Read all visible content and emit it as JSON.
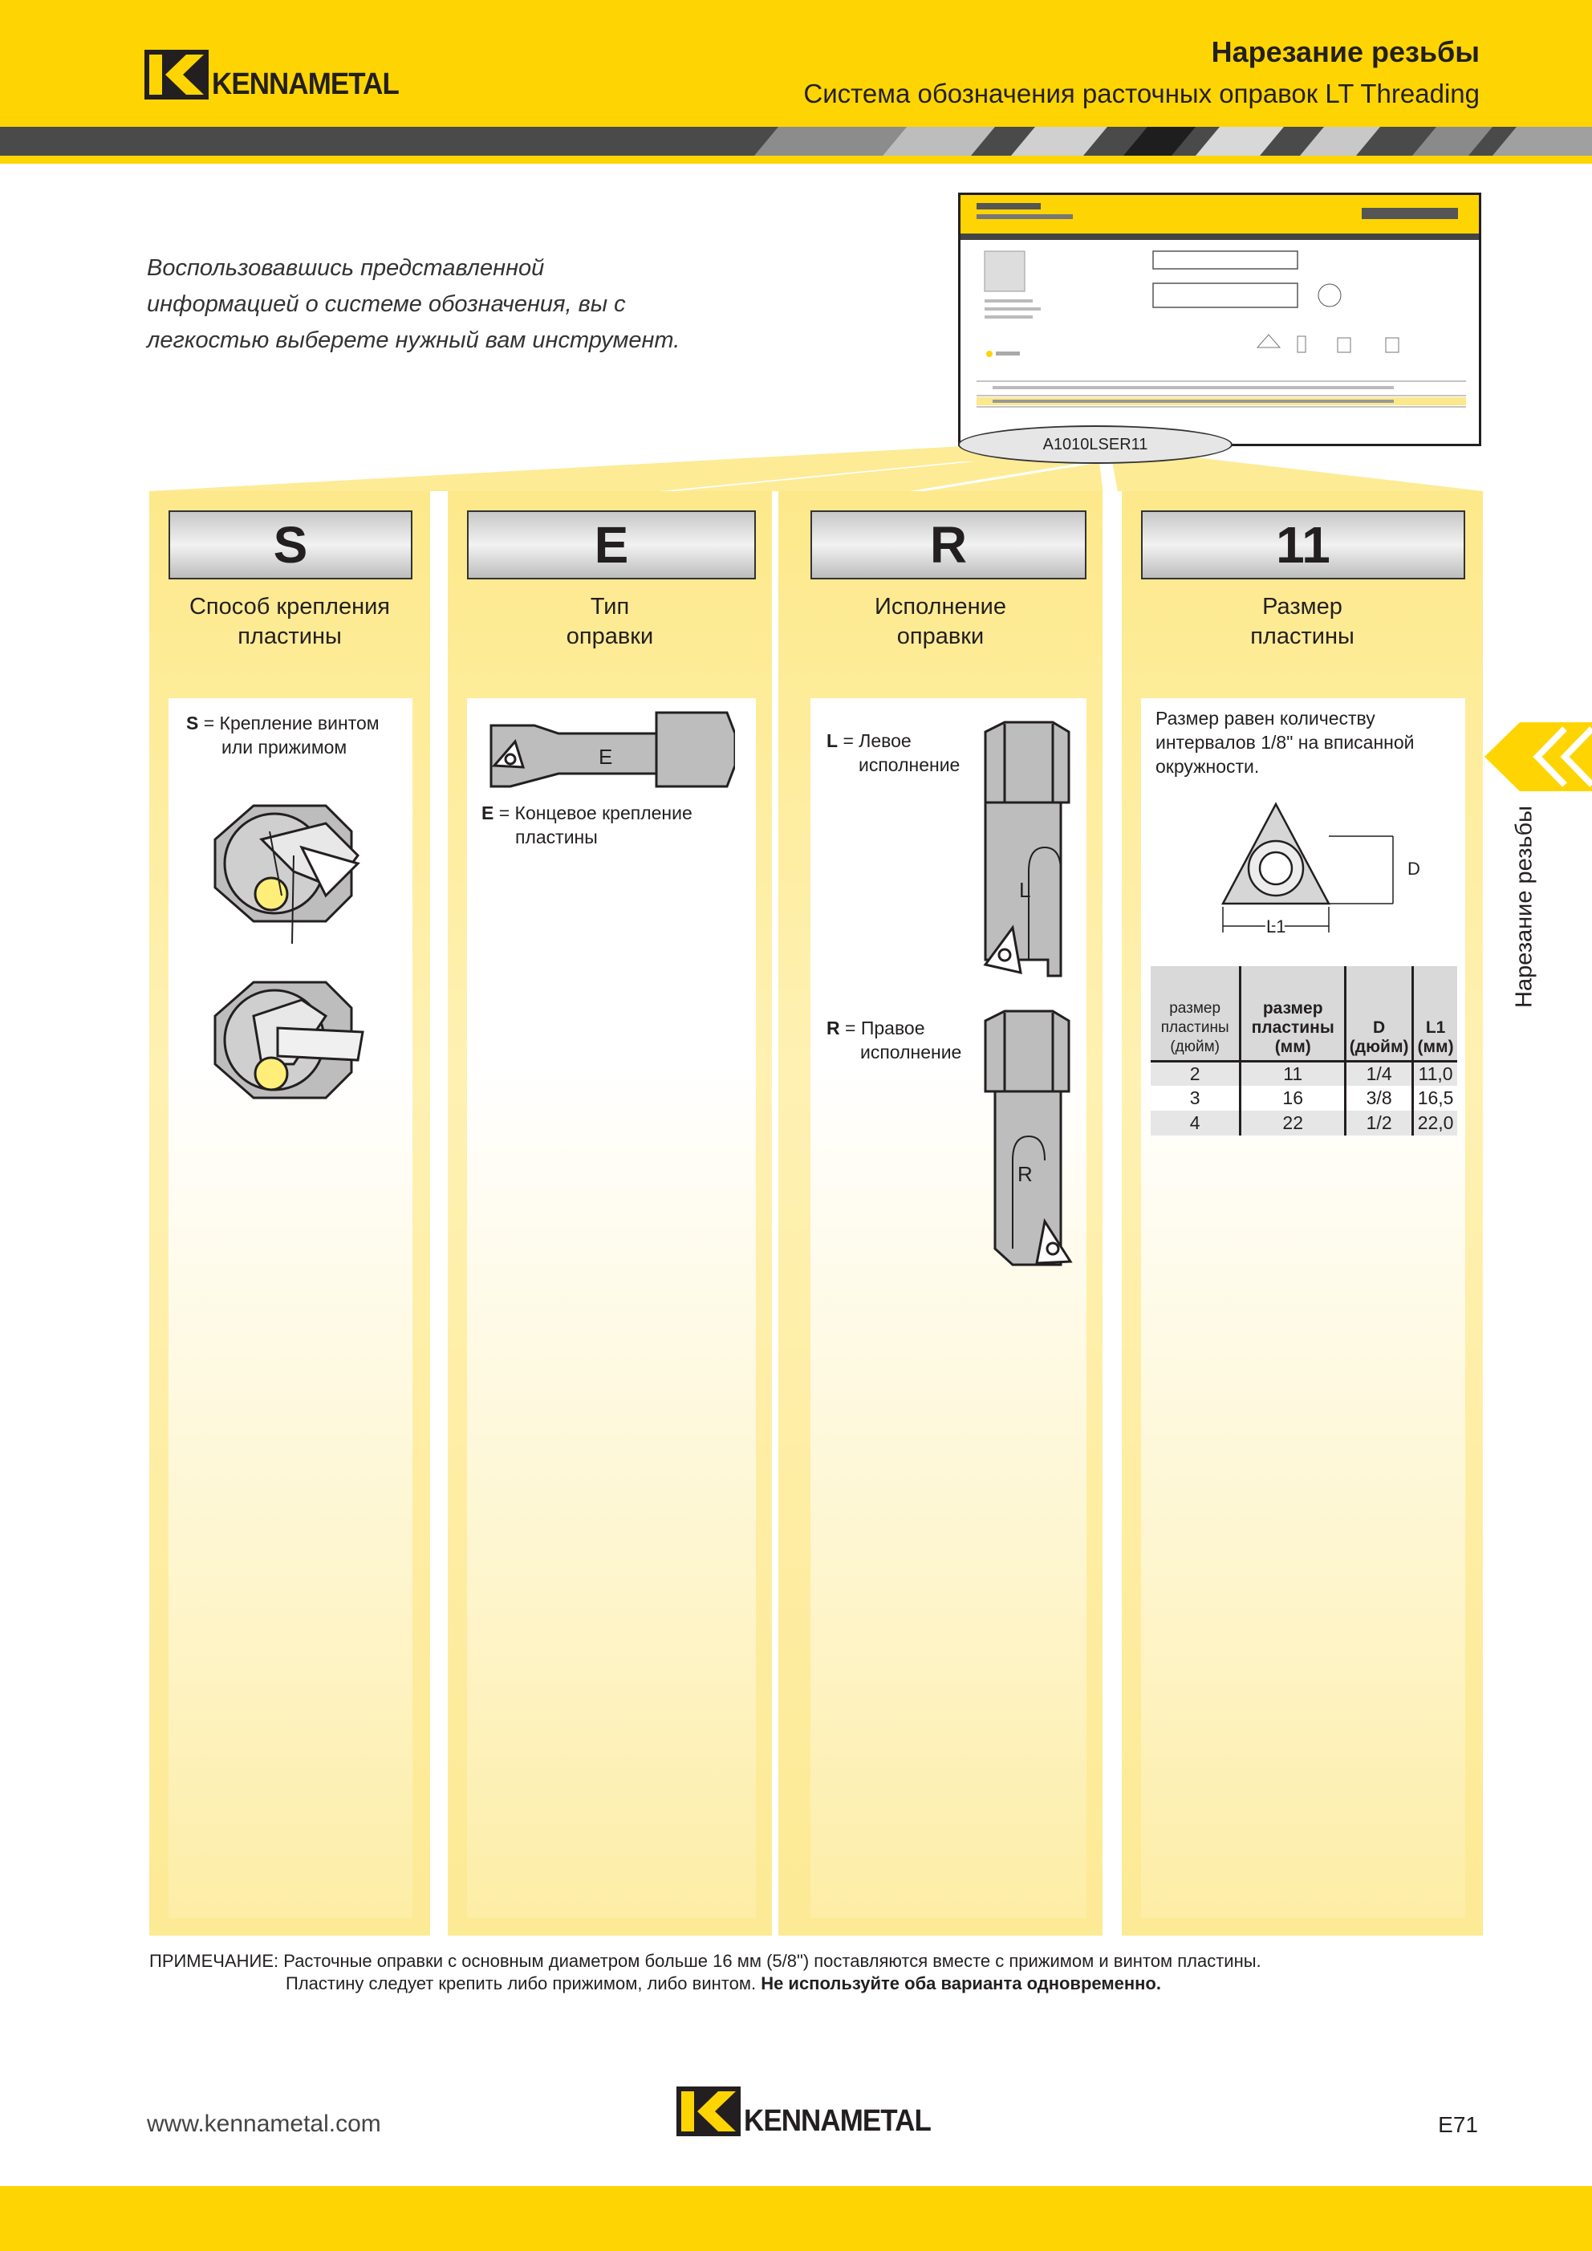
{
  "header": {
    "brand": "KENNAMETAL",
    "title": "Нарезание резьбы",
    "subtitle": "Система обозначения расточных оправок LT Threading"
  },
  "intro": "Воспользовавшись представленной информацией о системе обозначения, вы с легкостью выберете нужный вам инструмент.",
  "example": {
    "callout": "A1010LSER11"
  },
  "columns": [
    {
      "code": "S",
      "label": "Способ крепления\nпластины",
      "items": [
        {
          "key": "S",
          "text": "= Крепление винтом",
          "text2": "или прижимом"
        }
      ]
    },
    {
      "code": "E",
      "label": "Тип\nоправки",
      "items": [
        {
          "key": "E",
          "text": "= Концевое крепление",
          "text2": "пластины"
        }
      ],
      "figure_letter": "E"
    },
    {
      "code": "R",
      "label": "Исполнение\nоправки",
      "items": [
        {
          "key": "L",
          "text": "= Левое",
          "text2": "исполнение",
          "figure_letter": "L"
        },
        {
          "key": "R",
          "text": "= Правое",
          "text2": "исполнение",
          "figure_letter": "R"
        }
      ]
    },
    {
      "code": "11",
      "label": "Размер\nпластины",
      "description": "Размер равен количеству интервалов 1/8\" на вписанной окружности.",
      "dim_d": "D",
      "dim_l1": "L1",
      "table": {
        "headers": [
          "размер пластины (дюйм)",
          "размер пластины (мм)",
          "D (дюйм)",
          "L1 (мм)"
        ],
        "rows": [
          [
            "2",
            "11",
            "1/4",
            "11,0"
          ],
          [
            "3",
            "16",
            "3/8",
            "16,5"
          ],
          [
            "4",
            "22",
            "1/2",
            "22,0"
          ]
        ]
      }
    }
  ],
  "side_tab": "Нарезание резьбы",
  "note": {
    "prefix": "ПРИМЕЧАНИЕ:",
    "line1": "Расточные оправки с основным диаметром больше 16 мм (5/8\") поставляются вместе с прижимом и винтом пластины.",
    "line2": "Пластину следует крепить либо прижимом, либо винтом.",
    "line2_bold": "Не используйте оба варианта одновременно."
  },
  "footer": {
    "url": "www.kennametal.com",
    "page": "E71",
    "brand": "KENNAMETAL"
  },
  "colors": {
    "brand_yellow": "#fed502",
    "column_fill": "#fde98b",
    "dark_stripe": "#333333"
  }
}
